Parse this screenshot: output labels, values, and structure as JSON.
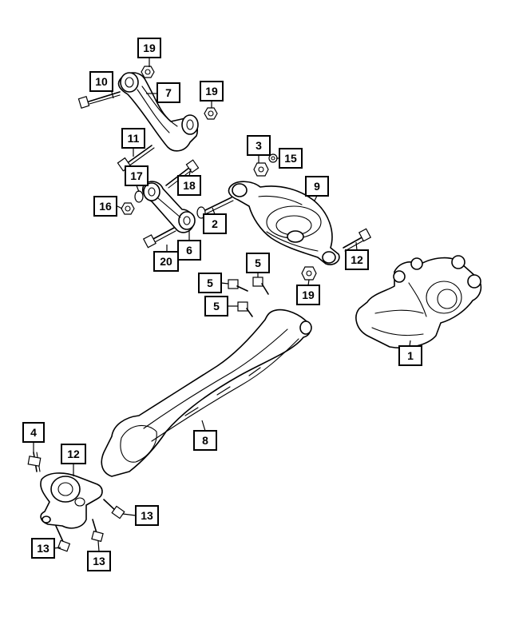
{
  "callouts": [
    {
      "id": "c1",
      "label": "1"
    },
    {
      "id": "c2",
      "label": "2"
    },
    {
      "id": "c3",
      "label": "3"
    },
    {
      "id": "c4",
      "label": "4"
    },
    {
      "id": "c5a",
      "label": "5"
    },
    {
      "id": "c5b",
      "label": "5"
    },
    {
      "id": "c5c",
      "label": "5"
    },
    {
      "id": "c6",
      "label": "6"
    },
    {
      "id": "c7",
      "label": "7"
    },
    {
      "id": "c8",
      "label": "8"
    },
    {
      "id": "c9",
      "label": "9"
    },
    {
      "id": "c10",
      "label": "10"
    },
    {
      "id": "c11",
      "label": "11"
    },
    {
      "id": "c12a",
      "label": "12"
    },
    {
      "id": "c12b",
      "label": "12"
    },
    {
      "id": "c13a",
      "label": "13"
    },
    {
      "id": "c13b",
      "label": "13"
    },
    {
      "id": "c13c",
      "label": "13"
    },
    {
      "id": "c15",
      "label": "15"
    },
    {
      "id": "c16",
      "label": "16"
    },
    {
      "id": "c17",
      "label": "17"
    },
    {
      "id": "c18",
      "label": "18"
    },
    {
      "id": "c19a",
      "label": "19"
    },
    {
      "id": "c19b",
      "label": "19"
    },
    {
      "id": "c19c",
      "label": "19"
    },
    {
      "id": "c20",
      "label": "20"
    }
  ]
}
